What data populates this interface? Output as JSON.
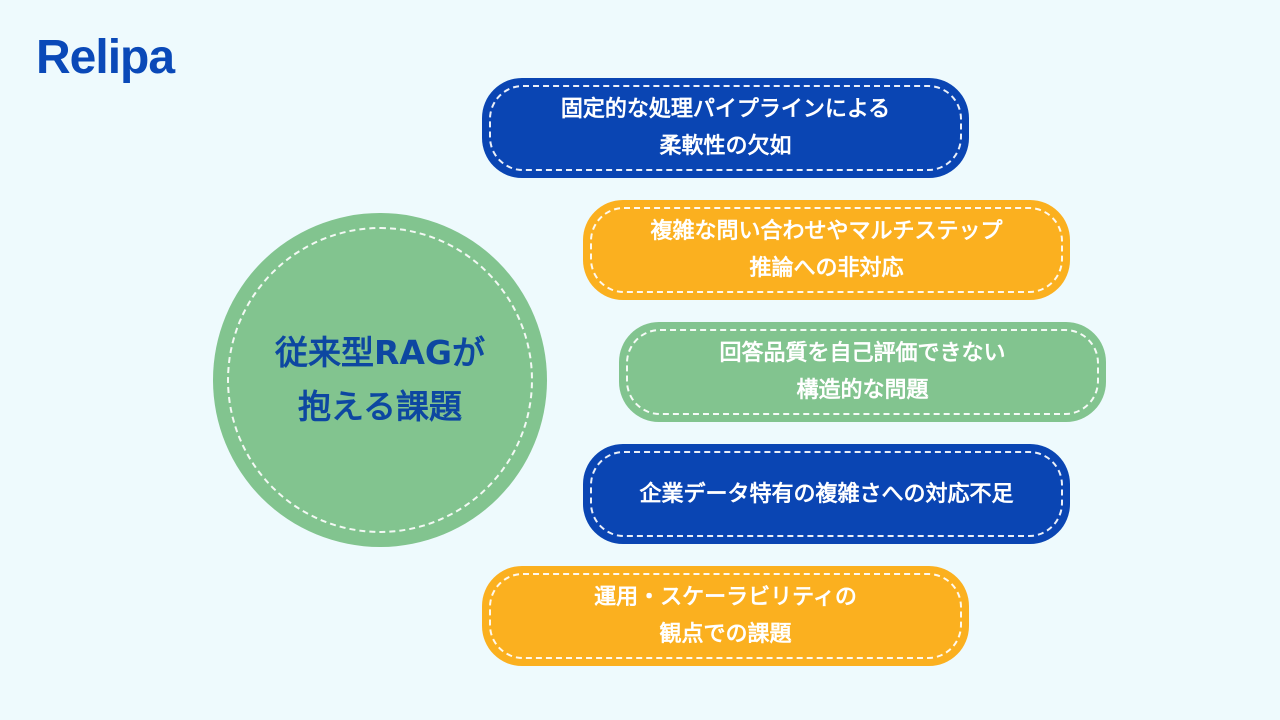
{
  "brand": {
    "logo_text": "Relipa",
    "color": "#0a49b8"
  },
  "center": {
    "lines": [
      "従来型RAGが",
      "抱える課題"
    ],
    "fill": "#82c48f",
    "text_color": "#0d47a1"
  },
  "issues": [
    {
      "lines": [
        "固定的な処理パイプラインによる",
        "柔軟性の欠如"
      ],
      "fill": "#0a45b3"
    },
    {
      "lines": [
        "複雑な問い合わせやマルチステップ",
        "推論への非対応"
      ],
      "fill": "#fbb01f"
    },
    {
      "lines": [
        "回答品質を自己評価できない",
        "構造的な問題"
      ],
      "fill": "#82c48f"
    },
    {
      "lines": [
        "企業データ特有の複雑さへの対応不足"
      ],
      "fill": "#0a45b3"
    },
    {
      "lines": [
        "運用・スケーラビリティの",
        "観点での課題"
      ],
      "fill": "#fbb01f"
    }
  ]
}
